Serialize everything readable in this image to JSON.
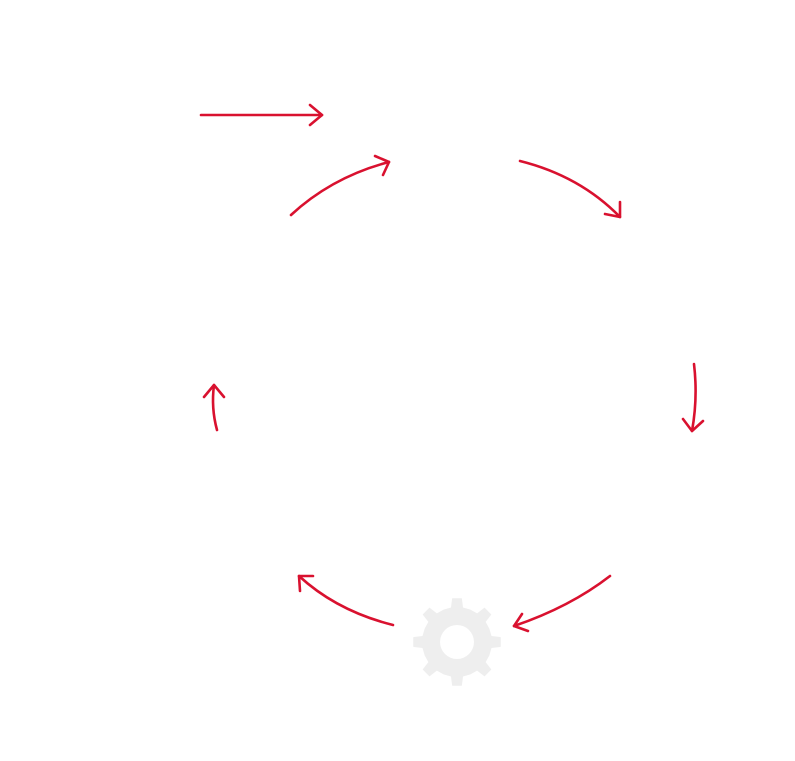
{
  "colors": {
    "background": "#ffffff",
    "arrow": "#d9112f",
    "gear": "#eeeeee"
  },
  "diagram": {
    "arrows": [
      {
        "name": "entry-arrow",
        "icon": "arrow-right-icon"
      },
      {
        "name": "cycle-arrow-top-left",
        "icon": "curved-arrow-icon"
      },
      {
        "name": "cycle-arrow-top-right",
        "icon": "curved-arrow-icon"
      },
      {
        "name": "cycle-arrow-right",
        "icon": "curved-arrow-icon"
      },
      {
        "name": "cycle-arrow-bottom-right",
        "icon": "curved-arrow-icon"
      },
      {
        "name": "cycle-arrow-bottom-left",
        "icon": "curved-arrow-icon"
      },
      {
        "name": "cycle-arrow-left",
        "icon": "curved-arrow-icon"
      }
    ],
    "gear": {
      "name": "gear-icon"
    }
  }
}
